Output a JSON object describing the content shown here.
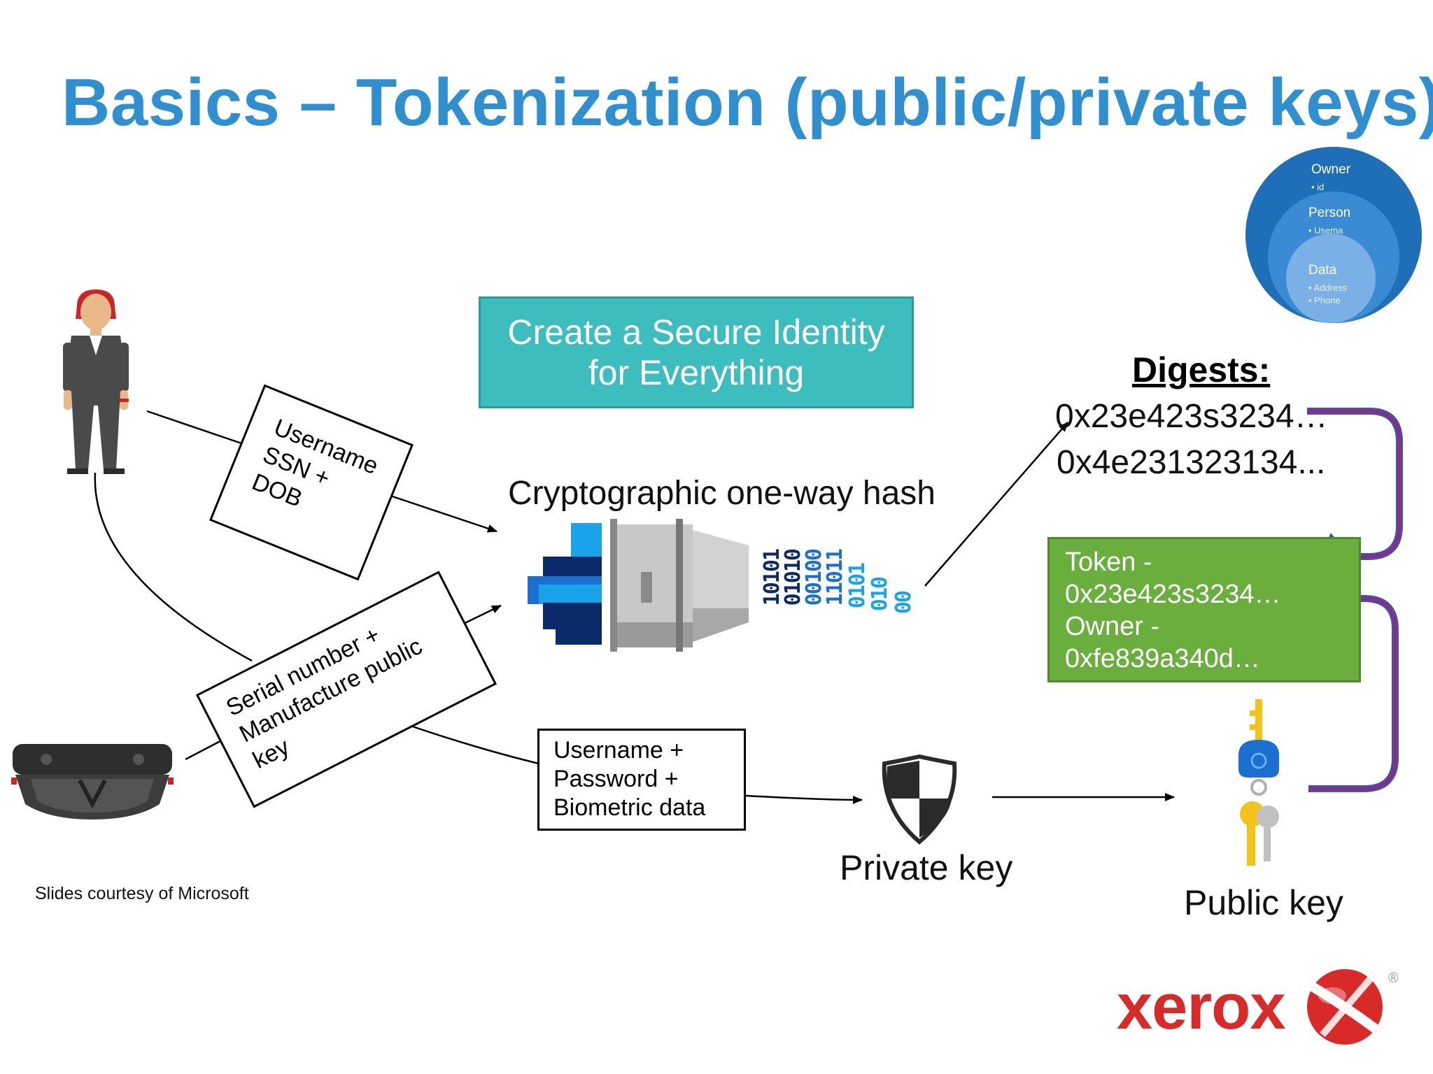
{
  "title": "Basics – Tokenization (public/private keys)",
  "identity_box": {
    "line1": "Create a Secure Identity",
    "line2": "for Everything"
  },
  "user_input": {
    "lines": [
      "Username",
      "SSN +",
      "DOB"
    ]
  },
  "device_input": {
    "lines": [
      "Serial number +",
      "Manufacture public",
      "key"
    ]
  },
  "credentials_input": {
    "lines": [
      "Username +",
      "Password +",
      "Biometric data"
    ]
  },
  "hash_label": "Cryptographic one-way hash",
  "hash_bits": [
    "10101",
    "01010",
    "00100",
    "11011",
    "0101",
    "010",
    "00"
  ],
  "digests": {
    "label": "Digests:",
    "values": [
      "0x23e423s3234…",
      "0x4e231323134..."
    ]
  },
  "token_box": {
    "lines": [
      "Token -",
      "0x23e423s3234…",
      "Owner -",
      "0xfe839a340d…"
    ]
  },
  "private_key_label": "Private key",
  "public_key_label": "Public key",
  "credit": "Slides courtesy of Microsoft",
  "identity_circle": {
    "owner": {
      "label": "Owner",
      "items": [
        "id"
      ]
    },
    "person": {
      "label": "Person",
      "items": [
        "Usema"
      ]
    },
    "data": {
      "label": "Data",
      "items": [
        "Address",
        "Phone"
      ]
    }
  },
  "logo": {
    "text": "xerox",
    "mark": "®"
  },
  "colors": {
    "title": "#2f8fcf",
    "identity_box": "#3dbdbd",
    "token_box": "#6aaf3e",
    "connector_outline": "#3d57a8",
    "connector_inner": "#8a2c8a",
    "logo": "#d92a2a"
  }
}
